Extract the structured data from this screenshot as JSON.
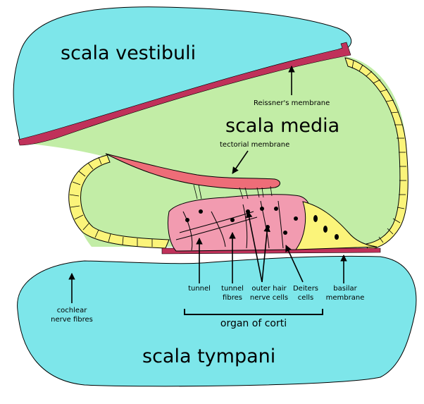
{
  "diagram": {
    "regions": {
      "scala_vestibuli": "scala vestibuli",
      "scala_media": "scala media",
      "scala_tympani": "scala tympani"
    },
    "labels": {
      "reissners_membrane": "Reissner's membrane",
      "tectorial_membrane": "tectorial membrane",
      "tunnel": "tunnel",
      "tunnel_fibres_1": "tunnel",
      "tunnel_fibres_2": "fibres",
      "outer_hair_nerve_cells_1": "outer hair",
      "outer_hair_nerve_cells_2": "nerve cells",
      "deiters_cells_1": "Deiters",
      "deiters_cells_2": "cells",
      "basilar_membrane_1": "basilar",
      "basilar_membrane_2": "membrane",
      "cochlear_nerve_fibres_1": "cochlear",
      "cochlear_nerve_fibres_2": "nerve fibres",
      "organ_of_corti": "organ of corti"
    },
    "colors": {
      "fluid": "#7de6ea",
      "media": "#c2eda6",
      "membrane": "#c0315a",
      "tectorial": "#ee6d78",
      "organ": "#f29bb0",
      "cells": "#fbf47a",
      "outline": "#000000"
    }
  }
}
